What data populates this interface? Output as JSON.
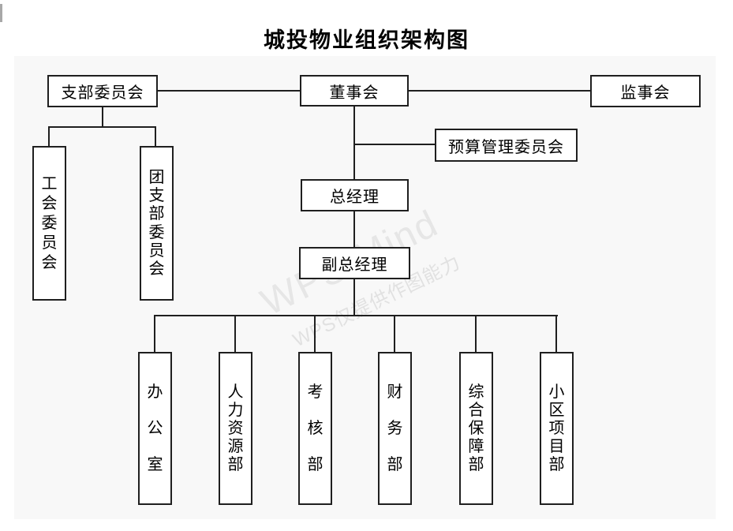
{
  "title": "城投物业组织架构图",
  "watermark": {
    "line1": "WPS Mind",
    "line2": "WPS仅提供作图能力"
  },
  "org": {
    "branch_committee": "支部委员会",
    "board": "董事会",
    "supervisory_board": "监事会",
    "budget_committee": "预算管理委员会",
    "general_manager": "总经理",
    "deputy_general_manager": "副总经理",
    "union_committee": "工会委员会",
    "youth_league_branch_committee": "团支部委员会",
    "departments": [
      "办公室",
      "人力资源部",
      "考核部",
      "财务部",
      "综合保障部",
      "小区项目部"
    ]
  },
  "colors": {
    "canvas_bg": "#f8f8f8",
    "node_fill": "#ffffff",
    "node_border": "#1f1f1f",
    "connector": "#1f1f1f",
    "text": "#000000",
    "watermark": "#e6e6e6"
  }
}
